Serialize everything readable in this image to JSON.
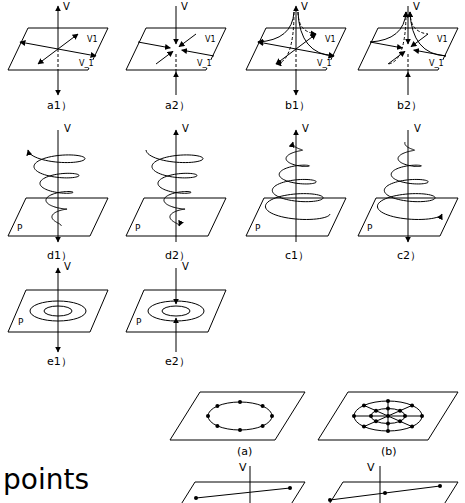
{
  "diagram": {
    "labels": [
      "V",
      "V1",
      "V_1",
      "V",
      "V1",
      "V_1",
      "V",
      "V1",
      "V_1",
      "V",
      "V1",
      "V_1",
      "a1）",
      "a2）",
      "b1）",
      "b2）",
      "P",
      "V",
      "P",
      "V",
      "P",
      "V",
      "P",
      "V",
      "d1）",
      "d2）",
      "c1）",
      "c2）",
      "V",
      "P",
      "V",
      "P",
      "e1）",
      "e2）",
      "(a)",
      "(b)",
      "points",
      "V",
      "V"
    ]
  }
}
